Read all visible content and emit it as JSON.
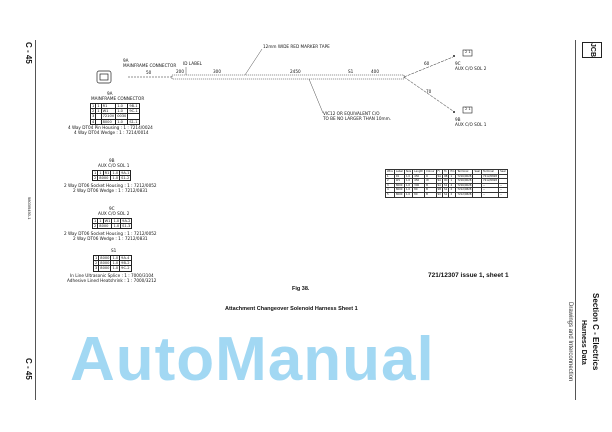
{
  "page_number": "C - 45",
  "doc_number": "9803/9450-1",
  "section": {
    "title": "Section C - Electrics",
    "subtitle": "Harness Data",
    "category": "Drawings and Interconnection"
  },
  "logo": "JCB",
  "watermark": "AutoManual",
  "drawing": {
    "marker_tape": "12mm WIDE RED MARKER TAPE",
    "id_label": "ID LABEL",
    "vic_note": [
      "VIC12 OR EQUIVALENT C/O",
      "TO BE NO LARGER THAN 10mm."
    ],
    "dims": [
      "50",
      "200",
      "300",
      "2450",
      "S1",
      "400",
      "60",
      "70"
    ],
    "conn_9a": {
      "id": "9A",
      "name": "MAINFRAME CONNECTOR"
    },
    "conn_9c": {
      "id": "9C",
      "name": "AUX C/O SOL 2",
      "code": "2 1"
    },
    "conn_9b": {
      "id": "9B",
      "name": "AUX C/O SOL 1",
      "code": "2 1"
    }
  },
  "tables": {
    "t9a": {
      "id": "9A",
      "name": "MAINFRAME CONNECTOR",
      "rows": [
        [
          "1",
          "1",
          "R1",
          "1.0",
          "9B-1"
        ],
        [
          "2",
          "1",
          "W1",
          "1.0",
          "9C-1"
        ],
        [
          "3",
          "",
          "7210V",
          "0030",
          ""
        ],
        [
          "4",
          "",
          "8000",
          "1.0",
          "S1-1"
        ]
      ],
      "notes": [
        "4 Way DT04 Pin Housing : 1 : 7214/0024",
        "4 Way DT04 Wedge : 1 : 7214/0014"
      ]
    },
    "t9b": {
      "id": "9B",
      "name": "AUX C/O SOL 1",
      "rows": [
        [
          "1",
          "1",
          "R1",
          "1.0",
          "9A-1"
        ],
        [
          "2",
          "8000",
          "1.0",
          "S1-2"
        ]
      ],
      "notes": [
        "2 Way DT06 Socket Housing : 1 : 7212/0052",
        "2 Way DT06 Wedge : 1 : 7212/0831"
      ]
    },
    "t9c": {
      "id": "9C",
      "name": "AUX C/O SOL 2",
      "rows": [
        [
          "1",
          "1",
          "W1",
          "1.0",
          "9A-2"
        ],
        [
          "2",
          "8000",
          "1.0",
          "S1-3"
        ]
      ],
      "notes": [
        "2 Way DT06 Socket Housing : 1 : 7212/0052",
        "2 Way DT06 Wedge : 1 : 7212/0831"
      ]
    },
    "ts1": {
      "id": "S1",
      "rows": [
        [
          "1",
          "8000",
          "1.0",
          "9A-4"
        ],
        [
          "2",
          "8000",
          "1.0",
          "9B-2"
        ],
        [
          "3",
          "8000",
          "1.0",
          "9C-2"
        ]
      ],
      "notes": [
        "In Line Ultrasonic Splice : 1 : 7000/3104",
        "Adhesive Lined Heatshrink : 1 : 7000/3212"
      ]
    }
  },
  "wire_table": {
    "headers": [
      "Wire",
      "Label",
      "Size",
      "Length",
      "Colour",
      "Fr",
      "To",
      "Pin",
      "Terminal",
      "Seal",
      "Terminal",
      "Seal"
    ],
    "rows": [
      [
        "1",
        "R1",
        "1.0",
        "450",
        "R",
        "9A",
        "9B",
        "1",
        "7216/0028",
        "",
        "7212/0828",
        ""
      ],
      [
        "2",
        "W1",
        "1.0",
        "450",
        "W",
        "9A",
        "9C",
        "1",
        "7216/0028",
        "",
        "7212/0828",
        ""
      ],
      [
        "3",
        "8000",
        "1.0",
        "300",
        "B",
        "9A",
        "S1",
        "4",
        "7216/0028",
        "",
        "--",
        "--"
      ],
      [
        "4",
        "8000",
        "1.0",
        "80",
        "B",
        "9B",
        "S1",
        "2",
        "7212/0828",
        "",
        "--",
        "--"
      ],
      [
        "5",
        "8000",
        "1.0",
        "80",
        "B",
        "9C",
        "S1",
        "2",
        "7212/0828",
        "",
        "--",
        "--"
      ]
    ]
  },
  "sheet_ref": "721/12307 issue 1, sheet 1",
  "fig": "Fig 38.",
  "caption": "Attachment Changeover Solenoid Harness Sheet 1"
}
